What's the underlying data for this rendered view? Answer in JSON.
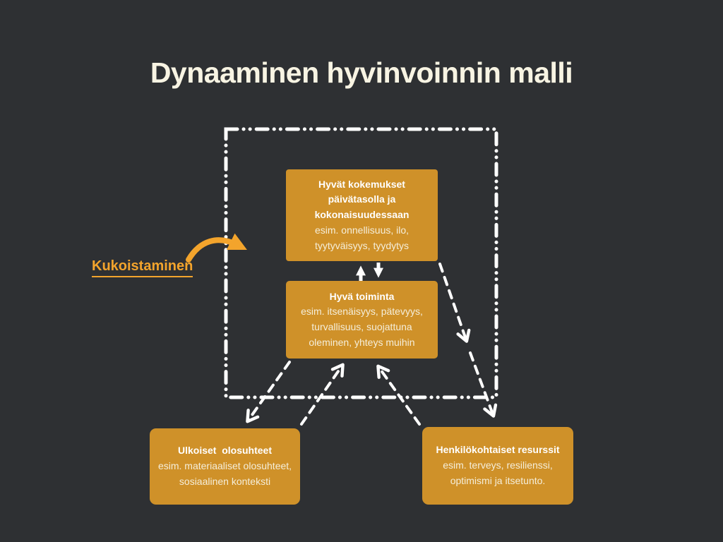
{
  "title": "Dynaaminen hyvinvoinnin malli",
  "flourishing_label": "Kukoistaminen",
  "boxes": {
    "experiences": {
      "heading": "Hyvät kokemukset\npäivätasolla ja\nkokonaisuudessaan",
      "body": "esim. onnellisuus, ilo,\ntyytyväisyys, tyydytys"
    },
    "functioning": {
      "heading": "Hyvä toiminta",
      "body": "esim. itsenäisyys, pätevyys,\nturvallisuus, suojattuna\noleminen, yhteys muihin"
    },
    "external": {
      "heading": "Ulkoiset  olosuhteet",
      "body": "esim. materiaaliset olosuhteet,\nsosiaalinen konteksti"
    },
    "personal": {
      "heading": "Henkilökohtaiset resurssit",
      "body": "esim. terveys, resilienssi,\noptimismi ja itsetunto."
    }
  },
  "icons": {
    "flourishing_arrow": "curved-swoosh-arrow",
    "exchange_up": "up-arrow",
    "exchange_down": "down-arrow",
    "relation_arrows": "dashed-chevron-arrow"
  },
  "colors": {
    "background": "#2e3033",
    "box_fill": "#cf9129",
    "accent": "#f3a42c",
    "title_text": "#f8f4e3",
    "heading_text": "#ffffff",
    "body_text": "#f5eeda",
    "line": "#ffffff"
  }
}
